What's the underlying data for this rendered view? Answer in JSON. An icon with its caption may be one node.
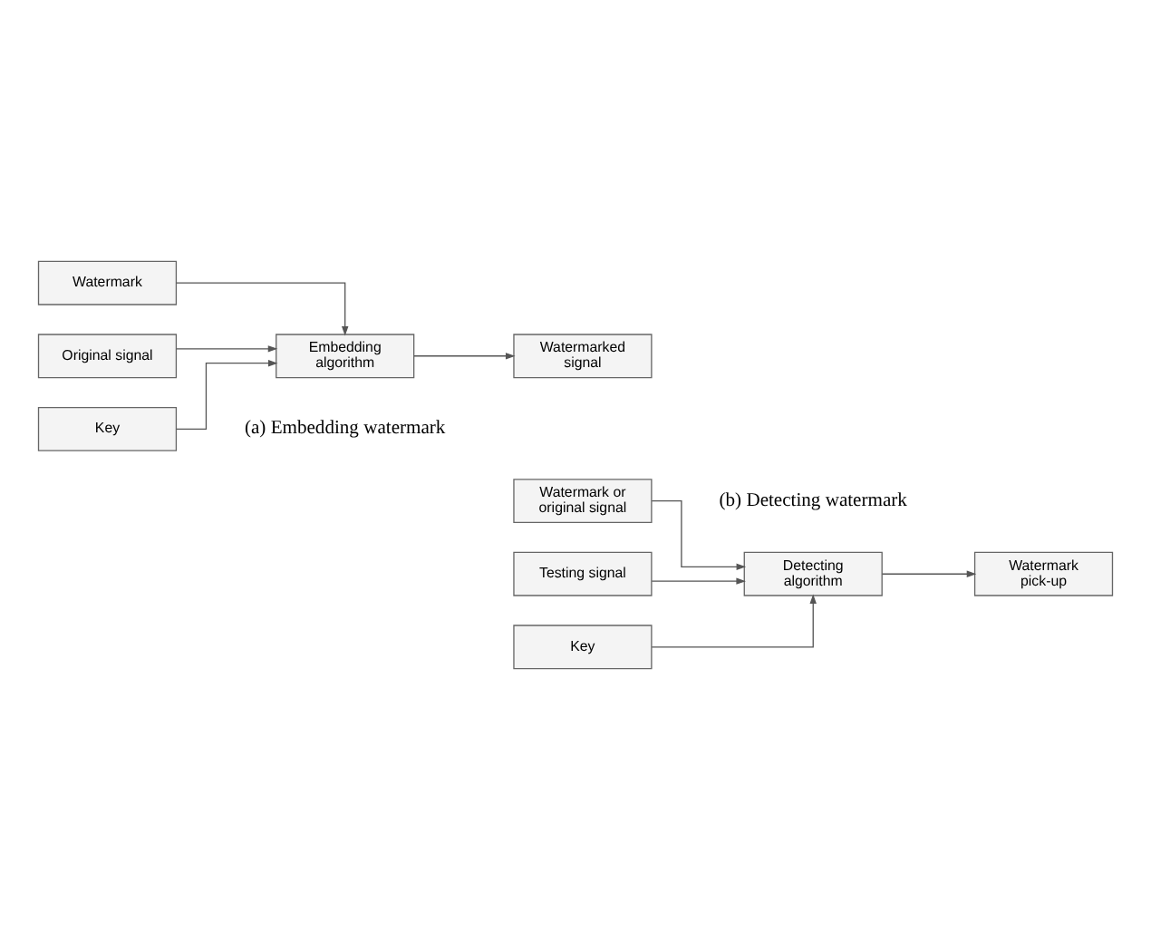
{
  "diagram": {
    "nodes": [
      {
        "text": [
          "Watermark"
        ]
      },
      {
        "text": [
          "Original signal"
        ]
      },
      {
        "text": [
          "Embedding algorithm"
        ]
      },
      {
        "text": [
          "Watermarked signal"
        ]
      },
      {
        "text": [
          "Key"
        ]
      },
      {
        "text": [
          "Watermark or original signal"
        ]
      },
      {
        "text": [
          "Testing signal"
        ]
      },
      {
        "text": [
          "Detecting algorithm"
        ]
      },
      {
        "text": [
          "Watermark pick-up"
        ]
      },
      {
        "text": [
          "Key"
        ]
      }
    ],
    "edges": [
      {
        "from": 0,
        "to": 2,
        "arrow": "to"
      },
      {
        "from": 1,
        "to": 2,
        "arrow": "to"
      },
      {
        "from": 4,
        "to": 2,
        "arrow": "to"
      },
      {
        "from": 2,
        "to": 3,
        "arrow": "to"
      },
      {
        "from": 5,
        "to": 7,
        "arrow": "to"
      },
      {
        "from": 6,
        "to": 7,
        "arrow": "to"
      },
      {
        "from": 9,
        "to": 7,
        "arrow": "to"
      },
      {
        "from": 7,
        "to": 8,
        "arrow": "to"
      }
    ],
    "labels": [
      "(a) Embedding watermark",
      "(b) Detecting watermark"
    ]
  }
}
